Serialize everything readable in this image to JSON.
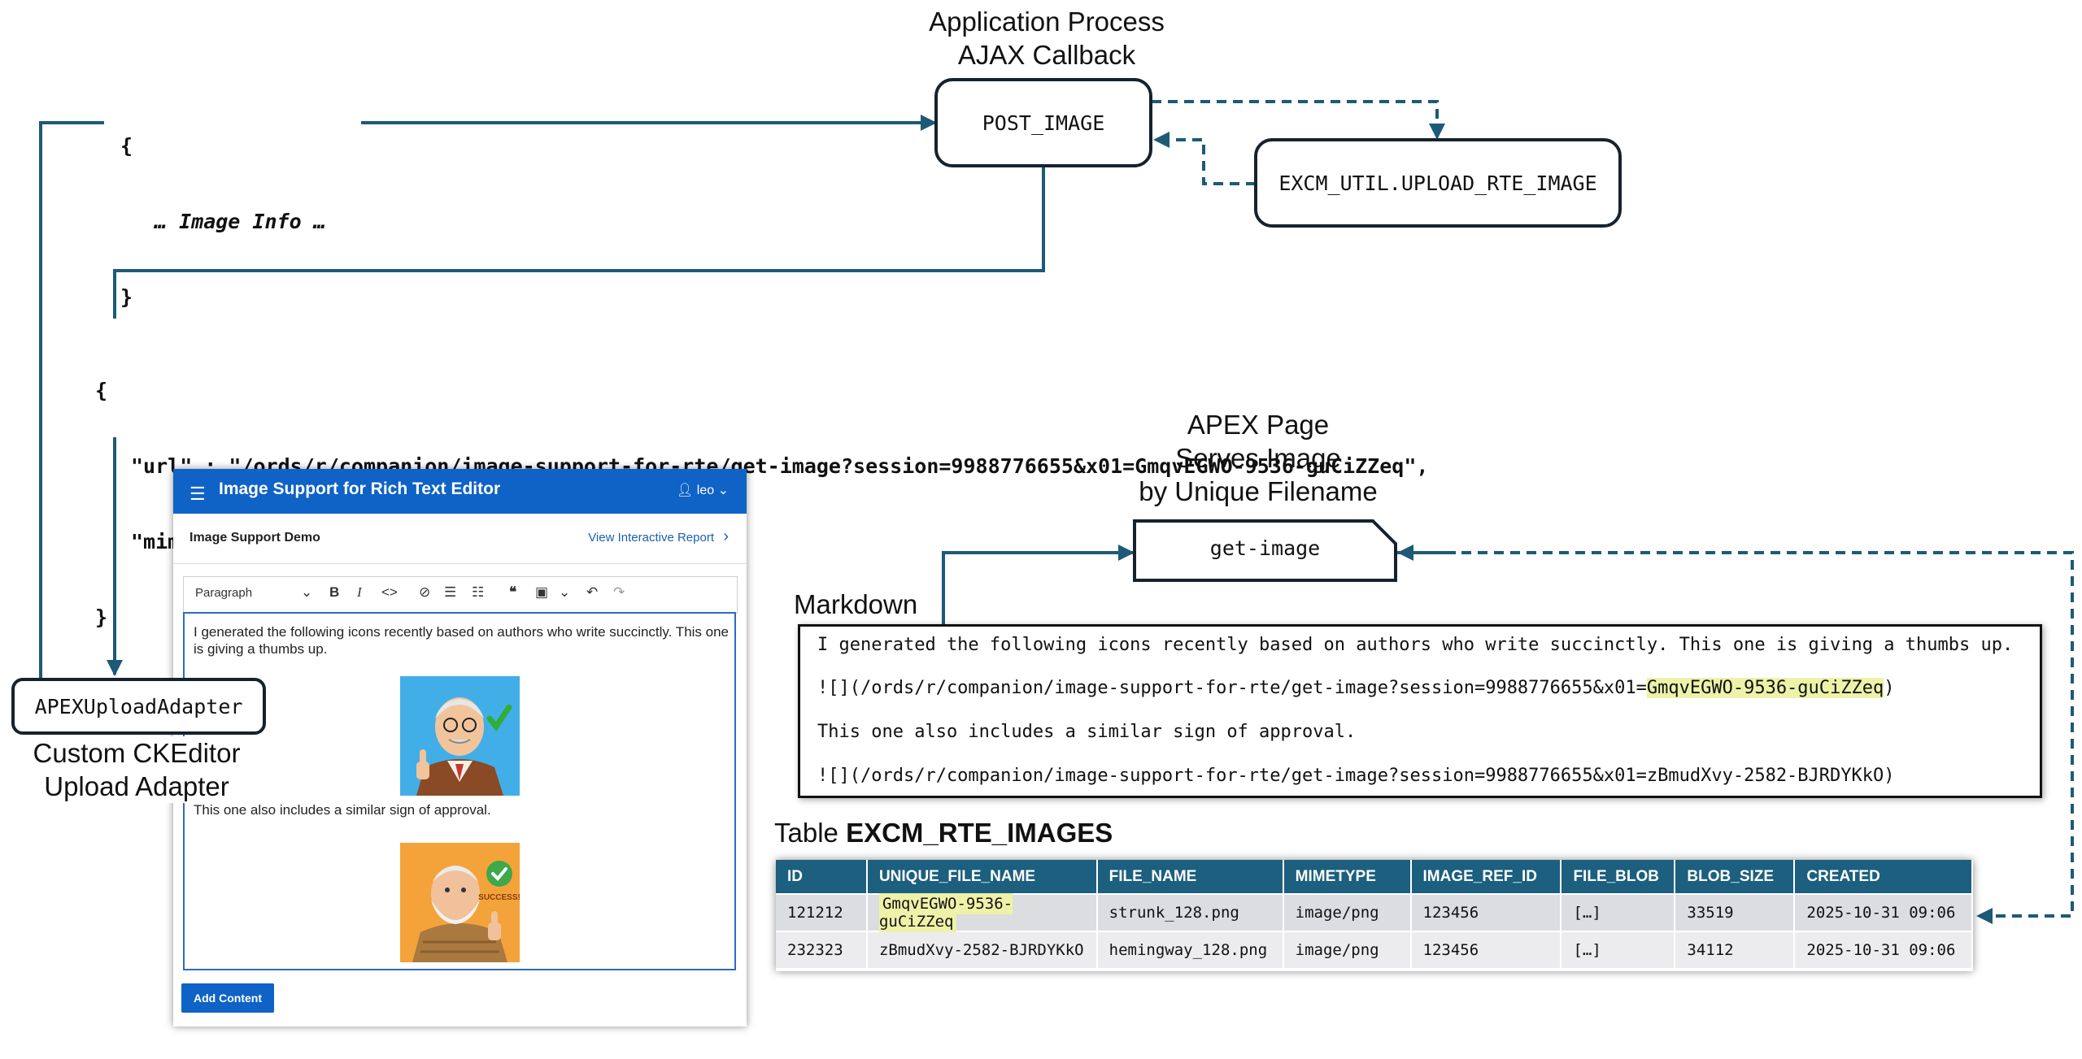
{
  "titles": {
    "app_process": [
      "Application Process",
      "AJAX Callback"
    ],
    "apex_page": [
      "APEX Page",
      "Serves Image",
      "by Unique Filename"
    ],
    "adapter_caption": [
      "Custom CKEditor",
      "Upload Adapter"
    ],
    "markdown_label": "Markdown",
    "table_label_prefix": "Table ",
    "table_label_name": "EXCM_RTE_IMAGES"
  },
  "boxes": {
    "post_image": "POST_IMAGE",
    "upload_util": "EXCM_UTIL.UPLOAD_RTE_IMAGE",
    "get_image": "get-image",
    "adapter": "APEXUploadAdapter"
  },
  "image_info": {
    "open": "{",
    "body": "… Image Info …",
    "close": "}"
  },
  "response_json": {
    "open": "{",
    "url_line": "\"url\" : \"/ords/r/companion/image-support-for-rte/get-image?session=9988776655&x01=GmqvEGWO-9536-guCiZZeq\",",
    "mimetype_line": "\"mimetype\" : \"image/png\"",
    "close": "}"
  },
  "app": {
    "title": "Image Support for Rich Text Editor",
    "user": "leo",
    "region_title": "Image Support Demo",
    "region_link": "View Interactive Report",
    "paragraph_select": "Paragraph",
    "editor_text_1": "I generated the following icons recently based on authors who write succinctly. This one is giving a thumbs up.",
    "editor_text_2": "This one also includes a similar sign of approval.",
    "badge_text": "SUCCESS!",
    "add_button": "Add Content"
  },
  "markdown": {
    "line1": "I generated the following icons recently based on authors who write succinctly. This one is giving a thumbs up.",
    "line2_prefix": "![](/ords/r/companion/image-support-for-rte/get-image?session=9988776655&x01=",
    "line2_highlight": "GmqvEGWO-9536-guCiZZeq",
    "line2_suffix": ")",
    "line3": "This one also includes a similar sign of approval.",
    "line4": "![](/ords/r/companion/image-support-for-rte/get-image?session=9988776655&x01=zBmudXvy-2582-BJRDYKkO)"
  },
  "table": {
    "headers": [
      "ID",
      "UNIQUE_FILE_NAME",
      "FILE_NAME",
      "MIMETYPE",
      "IMAGE_REF_ID",
      "FILE_BLOB",
      "BLOB_SIZE",
      "CREATED"
    ],
    "rows": [
      [
        "121212",
        "GmqvEGWO-9536-guCiZZeq",
        "strunk_128.png",
        "image/png",
        "123456",
        "[…]",
        "33519",
        "2025-10-31 09:06"
      ],
      [
        "232323",
        "zBmudXvy-2582-BJRDYKkO",
        "hemingway_128.png",
        "image/png",
        "123456",
        "[…]",
        "34112",
        "2025-10-31 09:06"
      ]
    ]
  },
  "colors": {
    "arrow": "#1d5a78",
    "box_border": "#14232e",
    "app_header": "#0f62c6",
    "table_header": "#1c5f7e",
    "highlight": "#eef2a8"
  }
}
